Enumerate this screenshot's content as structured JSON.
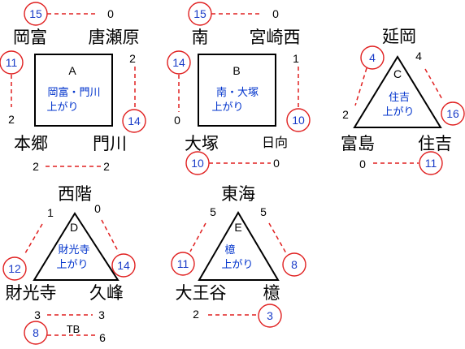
{
  "groups": [
    {
      "label": "A",
      "desc": [
        "岡富・門川",
        "上がり"
      ],
      "teams": [
        "岡富",
        "唐瀬原",
        "本郷",
        "門川"
      ],
      "scores": [
        "0",
        "2",
        "2",
        "2",
        "2"
      ],
      "matches": [
        "15",
        "11",
        "14"
      ]
    },
    {
      "label": "B",
      "desc": [
        "南・大塚",
        "上がり"
      ],
      "teams": [
        "南",
        "宮崎西",
        "大塚",
        "日向"
      ],
      "scores": [
        "0",
        "1",
        "0",
        "0"
      ],
      "matches": [
        "15",
        "14",
        "10",
        "10"
      ]
    },
    {
      "label": "C",
      "desc": [
        "住吉",
        "上がり"
      ],
      "teams": [
        "延岡",
        "富島",
        "住吉"
      ],
      "scores": [
        "4",
        "2",
        "0"
      ],
      "matches": [
        "4",
        "16",
        "11"
      ]
    },
    {
      "label": "D",
      "desc": [
        "財光寺",
        "上がり"
      ],
      "teams": [
        "西階",
        "財光寺",
        "久峰"
      ],
      "scores": [
        "1",
        "0",
        "3",
        "3",
        "6"
      ],
      "matches": [
        "12",
        "14",
        "8"
      ],
      "tiebreak": "TB"
    },
    {
      "label": "E",
      "desc": [
        "檍",
        "上がり"
      ],
      "teams": [
        "東海",
        "大王谷",
        "檍"
      ],
      "scores": [
        "5",
        "5",
        "2"
      ],
      "matches": [
        "11",
        "8",
        "3"
      ]
    }
  ]
}
